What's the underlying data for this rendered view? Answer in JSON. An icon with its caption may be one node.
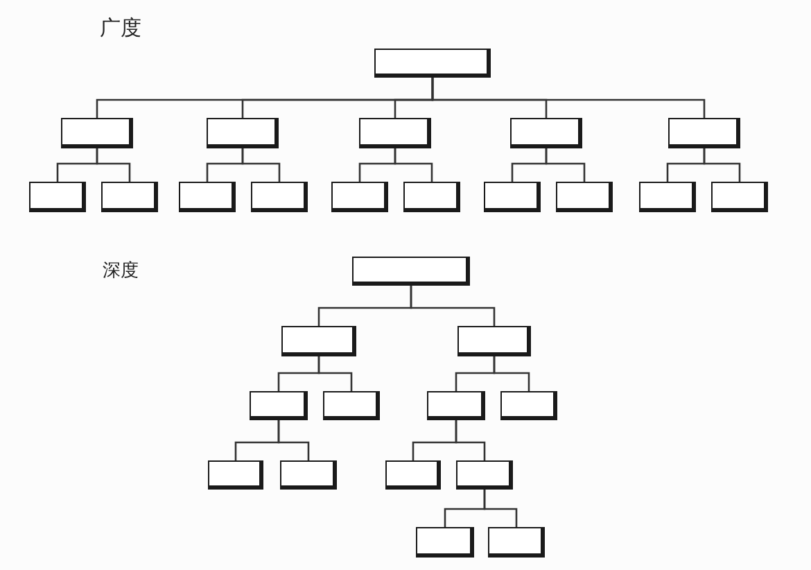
{
  "diagram": {
    "nodes": [
      {
        "text": [],
        "shape": "box"
      },
      {
        "text": [],
        "shape": "box"
      },
      {
        "text": [],
        "shape": "box"
      },
      {
        "text": [],
        "shape": "box"
      },
      {
        "text": [],
        "shape": "box"
      },
      {
        "text": [],
        "shape": "box"
      },
      {
        "text": [],
        "shape": "box"
      },
      {
        "text": [],
        "shape": "box"
      },
      {
        "text": [],
        "shape": "box"
      },
      {
        "text": [],
        "shape": "box"
      },
      {
        "text": [],
        "shape": "box"
      },
      {
        "text": [],
        "shape": "box"
      },
      {
        "text": [],
        "shape": "box"
      },
      {
        "text": [],
        "shape": "box"
      },
      {
        "text": [],
        "shape": "box"
      },
      {
        "text": [],
        "shape": "box"
      },
      {
        "text": [],
        "shape": "box"
      },
      {
        "text": [],
        "shape": "box"
      },
      {
        "text": [],
        "shape": "box"
      },
      {
        "text": [],
        "shape": "box"
      },
      {
        "text": [],
        "shape": "box"
      },
      {
        "text": [],
        "shape": "box"
      },
      {
        "text": [],
        "shape": "box"
      },
      {
        "text": [],
        "shape": "box"
      },
      {
        "text": [],
        "shape": "box"
      },
      {
        "text": [],
        "shape": "box"
      },
      {
        "text": [],
        "shape": "box"
      },
      {
        "text": [],
        "shape": "box"
      },
      {
        "text": [],
        "shape": "box"
      }
    ],
    "edges": [
      {
        "from": 0,
        "to": 1,
        "arrow": "none"
      },
      {
        "from": 0,
        "to": 2,
        "arrow": "none"
      },
      {
        "from": 0,
        "to": 3,
        "arrow": "none"
      },
      {
        "from": 0,
        "to": 4,
        "arrow": "none"
      },
      {
        "from": 0,
        "to": 5,
        "arrow": "none"
      },
      {
        "from": 1,
        "to": 6,
        "arrow": "none"
      },
      {
        "from": 1,
        "to": 7,
        "arrow": "none"
      },
      {
        "from": 2,
        "to": 8,
        "arrow": "none"
      },
      {
        "from": 2,
        "to": 9,
        "arrow": "none"
      },
      {
        "from": 3,
        "to": 10,
        "arrow": "none"
      },
      {
        "from": 3,
        "to": 11,
        "arrow": "none"
      },
      {
        "from": 4,
        "to": 12,
        "arrow": "none"
      },
      {
        "from": 4,
        "to": 13,
        "arrow": "none"
      },
      {
        "from": 5,
        "to": 14,
        "arrow": "none"
      },
      {
        "from": 5,
        "to": 15,
        "arrow": "none"
      },
      {
        "from": 16,
        "to": 17,
        "arrow": "none"
      },
      {
        "from": 16,
        "to": 18,
        "arrow": "none"
      },
      {
        "from": 17,
        "to": 19,
        "arrow": "none"
      },
      {
        "from": 17,
        "to": 20,
        "arrow": "none"
      },
      {
        "from": 18,
        "to": 21,
        "arrow": "none"
      },
      {
        "from": 18,
        "to": 22,
        "arrow": "none"
      },
      {
        "from": 19,
        "to": 23,
        "arrow": "none"
      },
      {
        "from": 19,
        "to": 24,
        "arrow": "none"
      },
      {
        "from": 21,
        "to": 25,
        "arrow": "none"
      },
      {
        "from": 21,
        "to": 26,
        "arrow": "none"
      },
      {
        "from": 26,
        "to": 27,
        "arrow": "none"
      },
      {
        "from": 26,
        "to": 28,
        "arrow": "none"
      }
    ],
    "labels": [
      "广度",
      "深度"
    ]
  }
}
